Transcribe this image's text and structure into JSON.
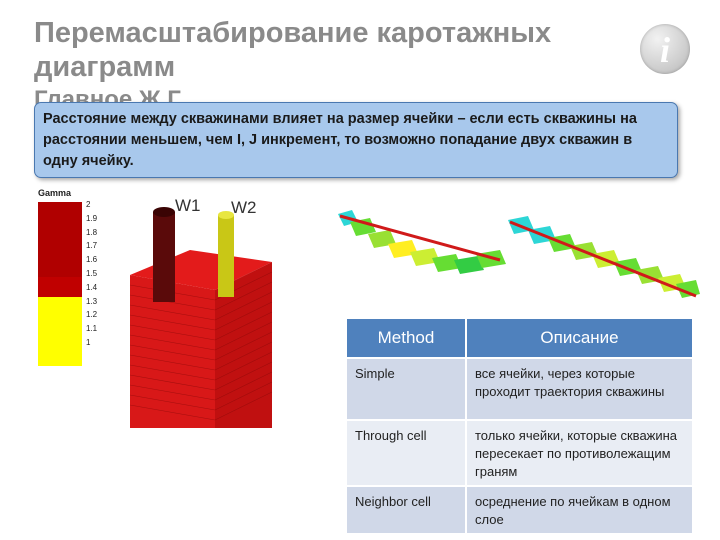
{
  "slide": {
    "title": "Перемасштабирование каротажных диаграмм",
    "title_hidden_fragment": "Главное  Ж       Г",
    "callout_text": "Расстояние между скважинами влияет на размер ячейки – если есть скважины на расстоянии меньшем, чем I, J инкремент, то возможно попадание двух скважин в одну ячейку.",
    "info_icon_label": "i"
  },
  "legend": {
    "title": "Gamma",
    "ticks": [
      "2",
      "1.9",
      "1.8",
      "1.7",
      "1.6",
      "1.5",
      "1.4",
      "1.3",
      "1.2",
      "1.1",
      "1"
    ],
    "colors": {
      "high": "#a00000",
      "mid": "#d41414",
      "low": "#ffff00",
      "border": "#333333"
    }
  },
  "wells": {
    "w1_label": "W1",
    "w2_label": "W2",
    "w1_color": "#5a0a0a",
    "w2_color": "#c8c814",
    "block_color": "#e21a1a"
  },
  "table": {
    "headers": [
      "Method",
      "Описание"
    ],
    "rows": [
      {
        "method": "Simple",
        "description": "все ячейки, через которые проходит траектория скважины"
      },
      {
        "method": "Through cell",
        "description": "только ячейки, которые скважина пересекает по противолежащим граням"
      },
      {
        "method": "Neighbor cell",
        "description": "осреднение по ячейкам в одном слое"
      }
    ]
  }
}
